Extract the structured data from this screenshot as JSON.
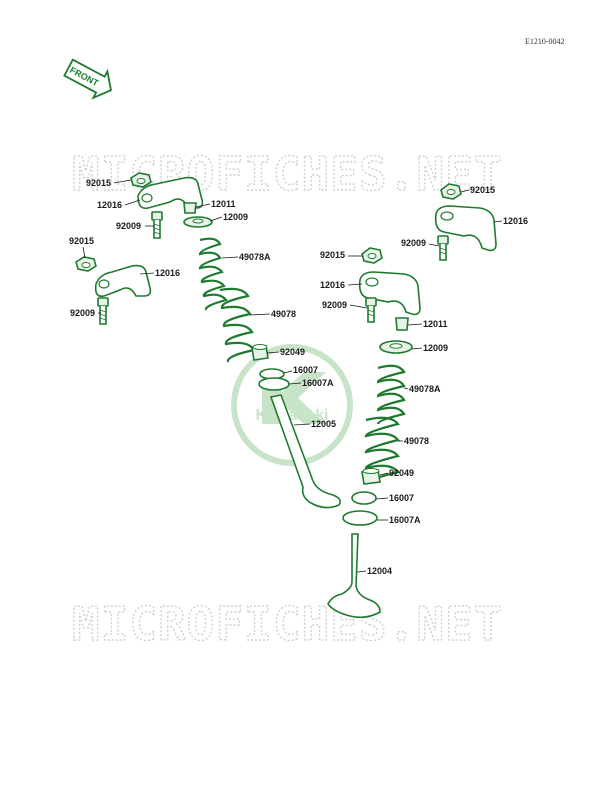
{
  "diagram_code": "E1210-0042",
  "front_arrow_text": "FRONT",
  "watermark_text": "MICROFICHES.NET",
  "logo_text": "Kawasaki",
  "labels": [
    "92015",
    "12016",
    "92009",
    "12011",
    "12009",
    "49078A",
    "92015",
    "12016",
    "92009",
    "49078",
    "92049",
    "16007",
    "16007A",
    "12005",
    "92015",
    "12016",
    "92009",
    "92015",
    "12016",
    "92009",
    "12011",
    "12009",
    "49078A",
    "49078",
    "92049",
    "16007",
    "16007A",
    "12004"
  ],
  "colors": {
    "part_stroke": "#1e7a2e",
    "watermark": "#cfcfcf",
    "logo": "#9ccf9c",
    "text": "#1a1a1a"
  }
}
